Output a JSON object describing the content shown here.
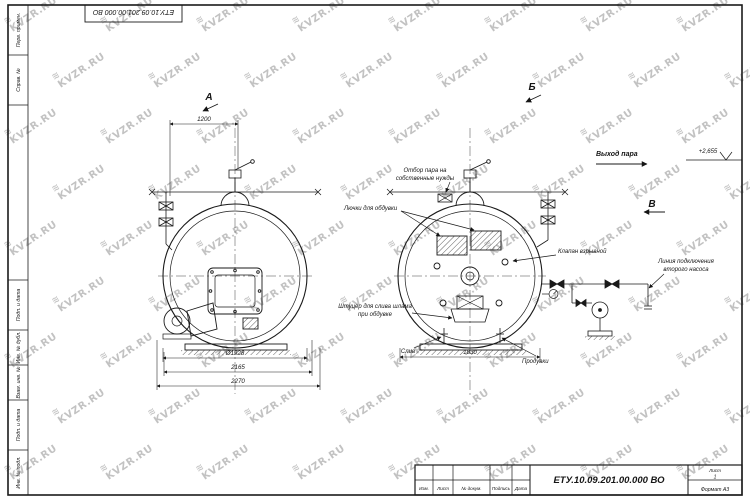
{
  "doc": {
    "number": "ЕТУ.10.09.201.00.000  ВО",
    "format": "Формат А3",
    "sheet_label": "Лист",
    "sheet_value": "1",
    "title_columns": [
      "Изм.",
      "Лист",
      "№ докум.",
      "Подпись",
      "Дата"
    ]
  },
  "margin": {
    "labels": [
      "Перв. примен.",
      "Справ. №",
      "Подп. и дата",
      "Инв. № дубл.",
      "Взам. инв. №",
      "Подп. и дата",
      "Инв. № подл."
    ]
  },
  "views": {
    "left_label": "А",
    "right_label": "Б",
    "direction_label": "В"
  },
  "dims": {
    "top_width": "1200",
    "diameter": "Ø1928",
    "mid_width": "2165",
    "overall_width": "2270",
    "right_width": "1830",
    "elevation": "+2,655"
  },
  "labels": {
    "steam_out": "Выход пара",
    "own_needs_1": "Отбор пара на",
    "own_needs_2": "собственные нужды",
    "hatches": "Лючки для обдувки",
    "explosion_valve": "Клапан взрывной",
    "second_pump_1": "Линия подключения",
    "second_pump_2": "второго насоса",
    "sludge_1": "Штуцер для слива шлама",
    "sludge_2": "при обдувке",
    "drain": "Слив",
    "blowdown": "Продувки"
  },
  "watermark": {
    "text": "KVZR.RU",
    "logo": "≋"
  }
}
